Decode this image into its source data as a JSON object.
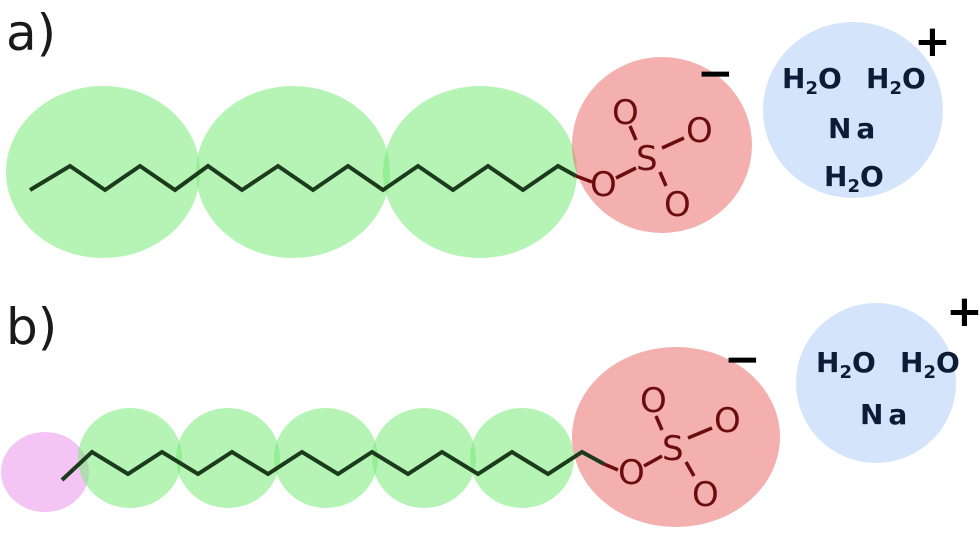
{
  "panels": {
    "a": {
      "label": "a)"
    },
    "b": {
      "label": "b)"
    }
  },
  "sulfate": {
    "oxygen": "O",
    "sulfur": "S"
  },
  "counterion": {
    "water": "H",
    "water_sub": "2",
    "water_o": "O",
    "sodium": "Na",
    "positive": "+"
  },
  "anion_charge": "−",
  "colors": {
    "hydrophobic_bead": "#9ef09e",
    "headgroup_bead": "#f0a0a0",
    "counterion_bead": "#c8dcf8",
    "terminal_bead": "#f0b0f0"
  }
}
